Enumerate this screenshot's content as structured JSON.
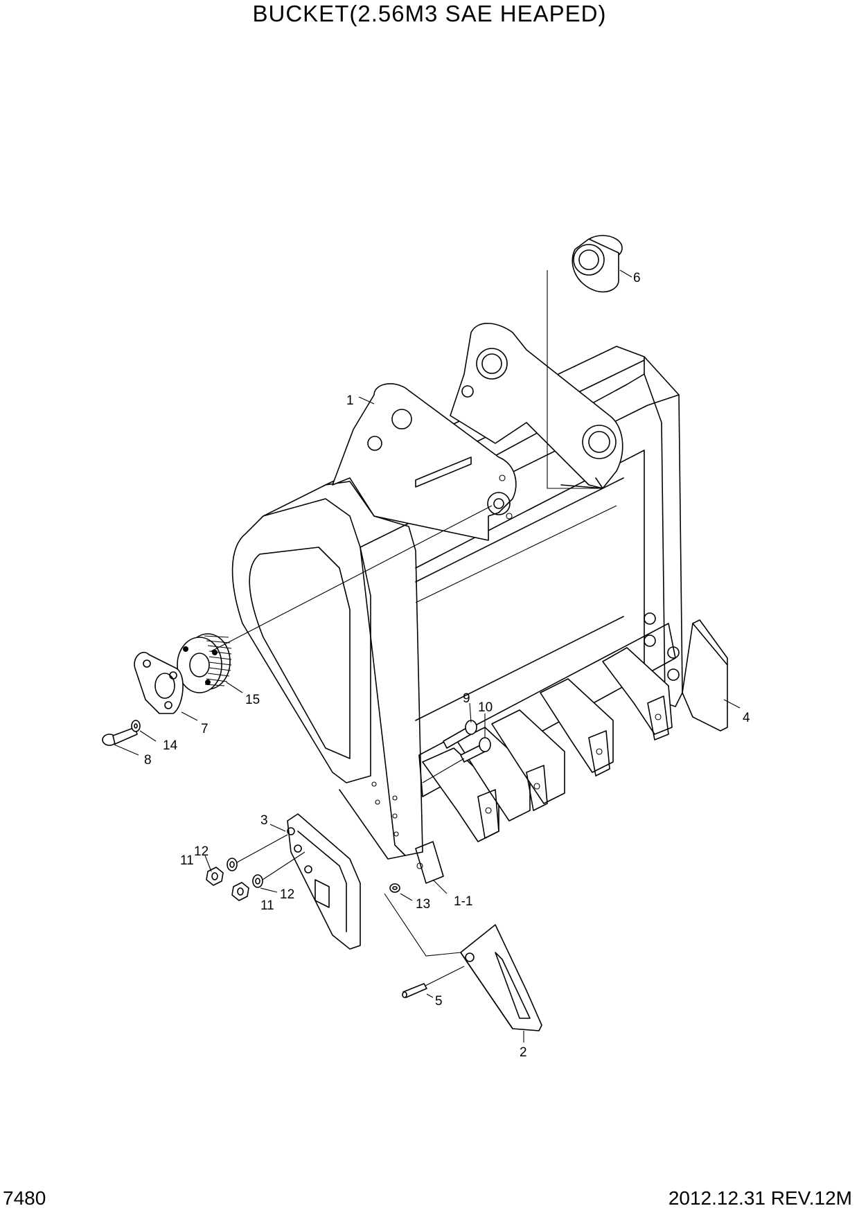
{
  "title": "BUCKET(2.56M3 SAE HEAPED)",
  "page_number": "7480",
  "revision": "2012.12.31  REV.12M",
  "callouts": {
    "c1": "1",
    "c1_1": "1-1",
    "c2": "2",
    "c3": "3",
    "c4": "4",
    "c5": "5",
    "c6": "6",
    "c7": "7",
    "c8": "8",
    "c9": "9",
    "c10": "10",
    "c11a": "11",
    "c11b": "11",
    "c12a": "12",
    "c12b": "12",
    "c13": "13",
    "c14": "14",
    "c15": "15"
  }
}
